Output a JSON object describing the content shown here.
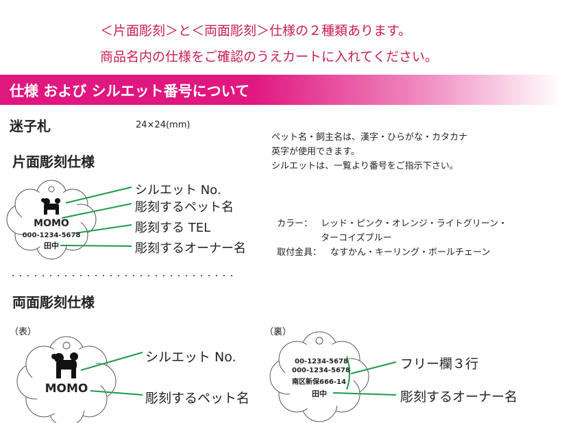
{
  "notice": {
    "line1": "＜片面彫刻＞と＜両面彫刻＞仕様の２種類あります。",
    "line2": "商品名内の仕様をご確認のうえカートに入れてください。"
  },
  "section_title": "仕様 および シルエット番号について",
  "product": {
    "name": "迷子札",
    "size": "24×24(mm)"
  },
  "description": {
    "line1": "ペット名・飼主名は、漢字・ひらがな・カタカナ",
    "line2": "英字が使用できます。",
    "line3": "シルエットは、一覧より番号をご指示下さい。"
  },
  "specs": {
    "color_label": "カラー：",
    "color_value_1": "レッド・ピンク・オレンジ・ライトグリーン・",
    "color_value_2": "ターコイズブルー",
    "fitting_label": "取付金具：",
    "fitting_value": "なすかん・キーリング・ボールチェーン"
  },
  "single_sided": {
    "heading": "片面彫刻仕様",
    "tag": {
      "pet_name": "MOMO",
      "tel": "000-1234-5678",
      "owner": "田中"
    },
    "labels": {
      "silhouette": "シルエット No.",
      "pet_name": "彫刻するペット名",
      "tel": "彫刻する TEL",
      "owner": "彫刻するオーナー名"
    }
  },
  "separator": "・・・・・・・・・・・・・・・・・・・・・・・・・・・・・・",
  "double_sided": {
    "heading": "両面彫刻仕様",
    "front": {
      "caption": "（表）",
      "pet_name": "MOMO",
      "labels": {
        "silhouette": "シルエット No.",
        "pet_name": "彫刻するペット名"
      }
    },
    "back": {
      "caption": "（裏）",
      "line1": "00-1234-5678",
      "line2": "000-1234-5678",
      "line3": "南区新保666-14",
      "owner": "田中",
      "labels": {
        "free": "フリー欄３行",
        "owner": "彫刻するオーナー名"
      }
    }
  },
  "colors": {
    "accent": "#e0177f",
    "notice_text": "#c81e4e",
    "leader_line": "#1a9a48"
  }
}
